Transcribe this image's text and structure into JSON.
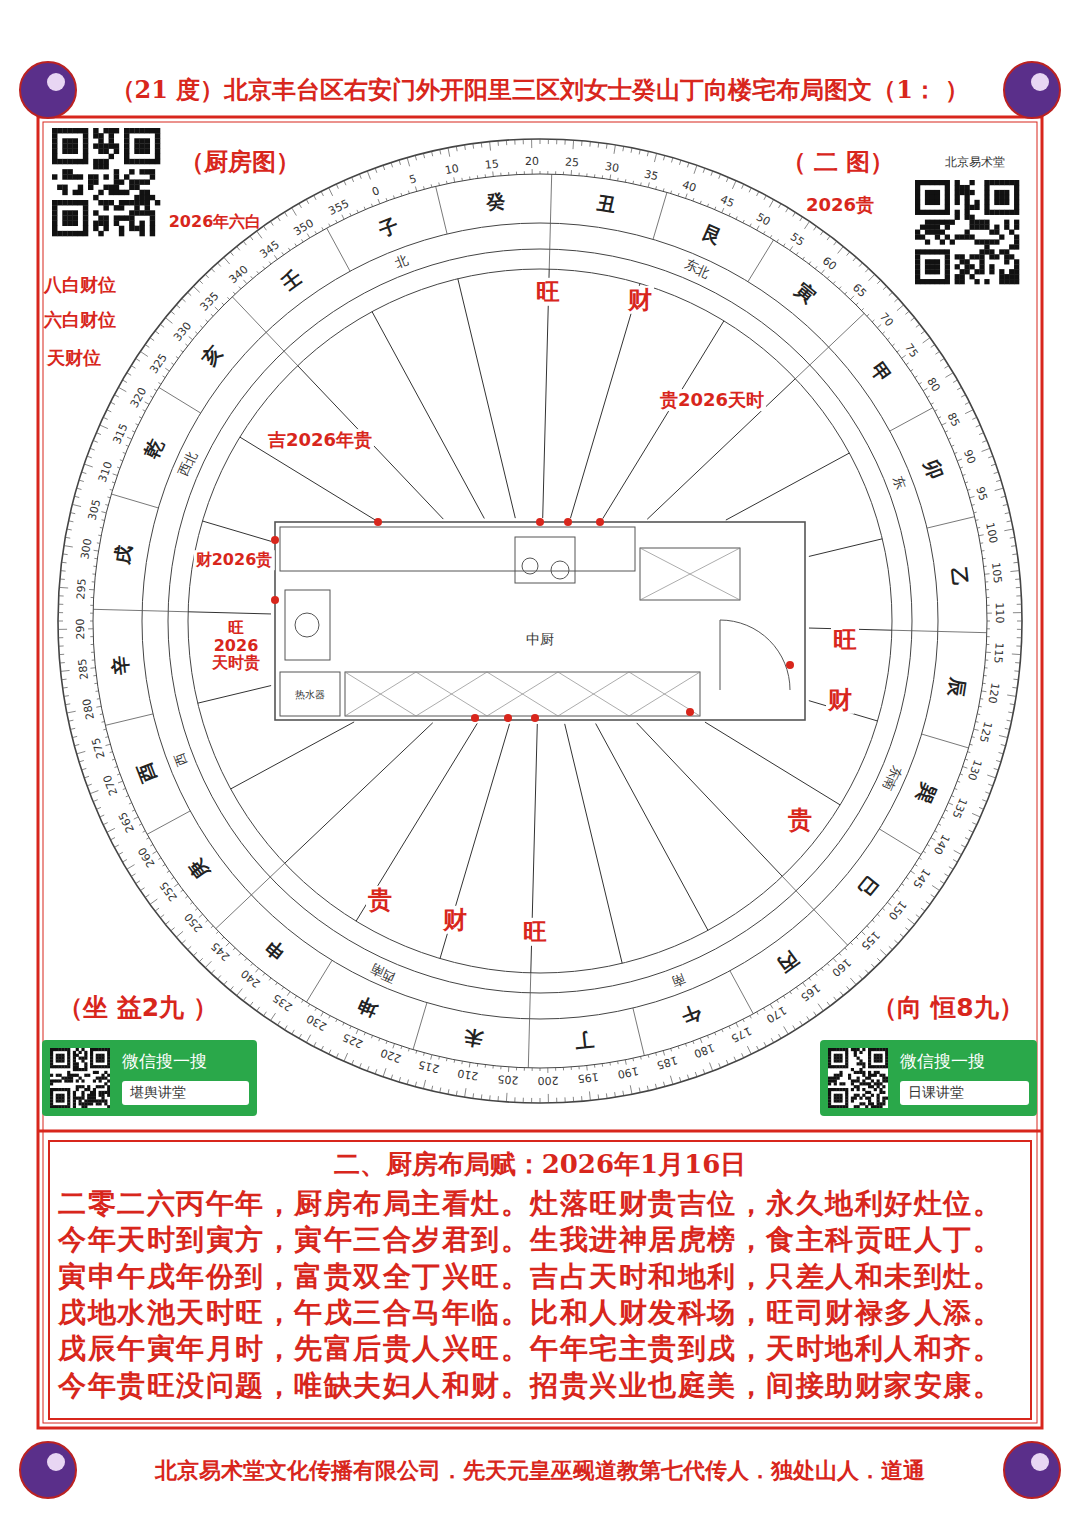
{
  "diagram": {
    "title": "（21 度）北京丰台区右安门外开阳里三区刘女士癸山丁向楼宅布局图文（1： ）",
    "caption": "北京易术堂文化传播有限公司．先天元皇巫觋道教第七代传人．独处山人．道通",
    "nodes": [
      {
        "text": [
          "微信搜一搜",
          "堪舆讲堂"
        ]
      },
      {
        "text": [
          "微信搜一搜",
          "日课讲堂"
        ]
      },
      {
        "text": [
          "二、厨房布局赋：2026年1月16日",
          "二零二六丙午年，厨房布局主看灶。灶落旺财贵吉位，永久地利好灶位。 今年天时到寅方，寅午三合岁君到。生我进神居虎榜，食主科贡旺人丁。 寅申午戌年份到，富贵双全丁兴旺。吉占天时和地利，只差人和未到灶。 戌地水池天时旺，午戌三合马年临。比和人财发科场，旺司财禄多人添。 戌辰午寅年月时，先富后贵人兴旺。午年宅主贵到戌，天时地利人和齐。 今年贵旺没问题，唯缺夫妇人和财。招贵兴业也庭美，间接助财家安康。"
        ]
      }
    ],
    "labels": [
      "0",
      "5",
      "10",
      "15",
      "20",
      "25",
      "30",
      "35",
      "40",
      "45",
      "50",
      "55",
      "60",
      "65",
      "70",
      "75",
      "80",
      "85",
      "90",
      "95",
      "100",
      "105",
      "110",
      "115",
      "120",
      "125",
      "130",
      "135",
      "140",
      "145",
      "150",
      "155",
      "160",
      "165",
      "170",
      "175",
      "180",
      "185",
      "190",
      "195",
      "200",
      "205",
      "210",
      "215",
      "220",
      "225",
      "230",
      "235",
      "240",
      "245",
      "250",
      "255",
      "260",
      "265",
      "270",
      "275",
      "280",
      "285",
      "290",
      "295",
      "300",
      "305",
      "310",
      "315",
      "320",
      "325",
      "330",
      "335",
      "340",
      "345",
      "350",
      "355",
      "壬",
      "子",
      "癸",
      "丑",
      "艮",
      "寅",
      "甲",
      "卯",
      "乙",
      "辰",
      "巽",
      "巳",
      "丙",
      "午",
      "丁",
      "未",
      "坤",
      "申",
      "庚",
      "酉",
      "辛",
      "戌",
      "乾",
      "亥",
      "北",
      "东北",
      "东",
      "东南",
      "南",
      "西南",
      "西",
      "西北",
      "（厨房图）",
      "（ 二 图）",
      "（坐 益2九 ）",
      "（向 恒8九）",
      "中厨",
      "热水器",
      "旺",
      "财",
      "贵2026天时",
      "吉2026年贵",
      "财2026贵",
      "旺2026天时贵",
      "旺",
      "财",
      "贵",
      "贵",
      "财",
      "旺",
      "2026年六白",
      "八白财位",
      "六白财位",
      "天财位",
      "2026贵",
      "北京易术堂"
    ]
  }
}
